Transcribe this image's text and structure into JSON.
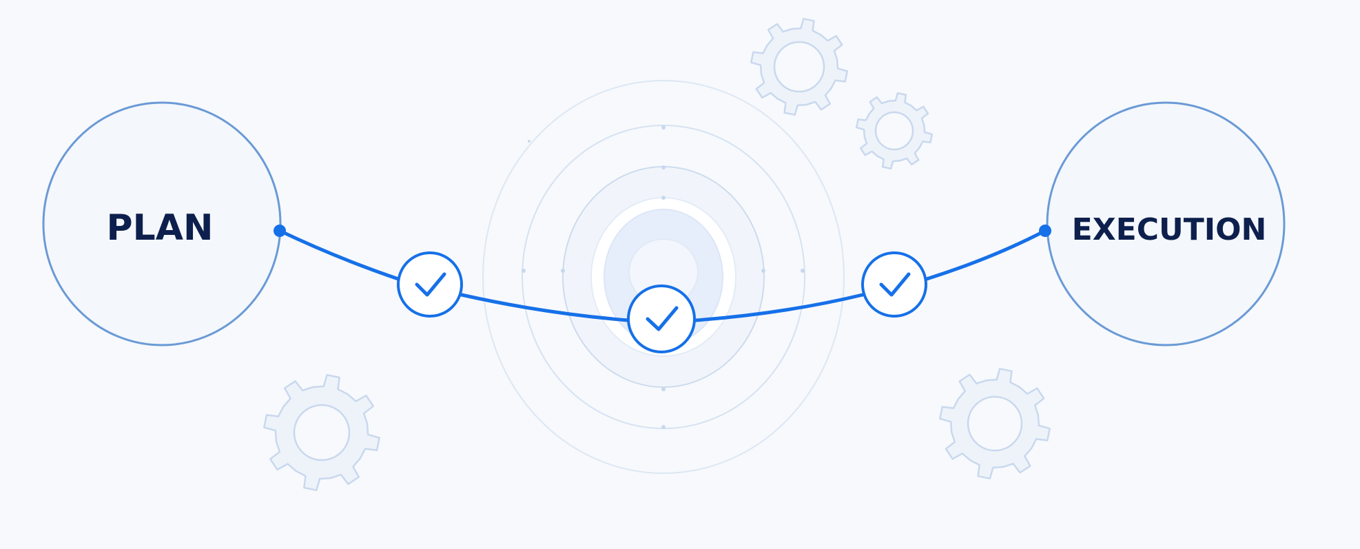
{
  "diagram": {
    "nodes": {
      "start": {
        "label": "PLAN"
      },
      "end": {
        "label": "EXECUTION"
      }
    },
    "checkpoints": [
      {
        "icon": "check-icon",
        "state": "complete"
      },
      {
        "icon": "check-icon",
        "state": "complete"
      },
      {
        "icon": "check-icon",
        "state": "complete"
      }
    ],
    "decorations": [
      "gear-icon",
      "gear-icon",
      "gear-icon",
      "gear-icon",
      "target-rings"
    ]
  },
  "colors": {
    "background": "#f7f9fc",
    "accent": "#1670e8",
    "node_stroke": "#6a9ad6",
    "node_fill": "#f4f7fc",
    "label": "#0d1f4c",
    "gear_stroke": "#c9d8ee",
    "gear_fill": "#eef3fa",
    "ring_stroke": "#dde7f4"
  }
}
